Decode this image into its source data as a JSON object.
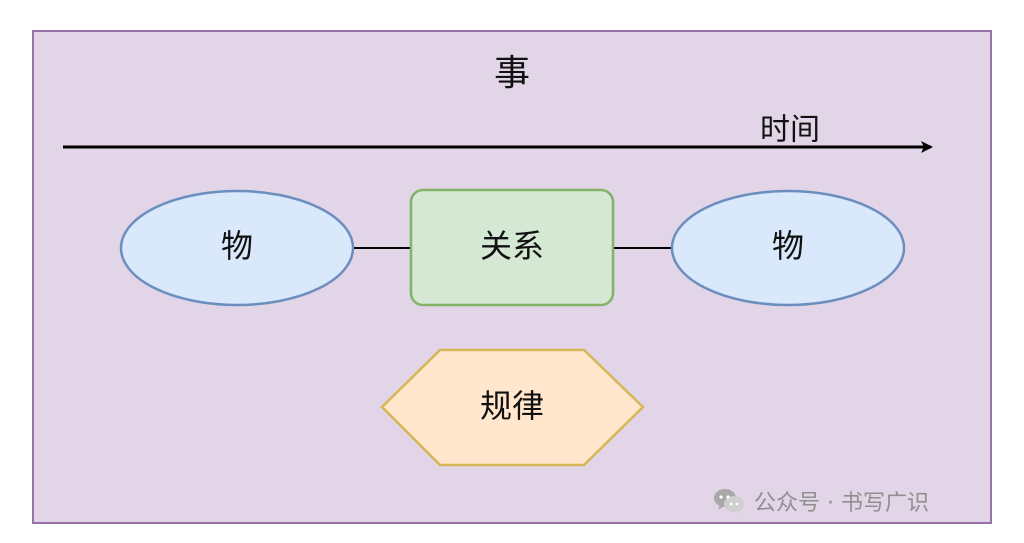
{
  "diagram": {
    "container_label": "事",
    "timeline_label": "时间",
    "entity_left_label": "物",
    "relation_label": "关系",
    "entity_right_label": "物",
    "law_label": "规律"
  },
  "watermark": {
    "icon": "wechat-icon",
    "text": "公众号 · 书写广识"
  },
  "colors": {
    "container_fill": "#e1d5e7",
    "container_stroke": "#9673a6",
    "entity_fill": "#dae8fc",
    "entity_stroke": "#6c8ebf",
    "relation_fill": "#d5e8d4",
    "relation_stroke": "#82b366",
    "law_fill": "#ffe6cc",
    "law_stroke": "#d6b656"
  }
}
